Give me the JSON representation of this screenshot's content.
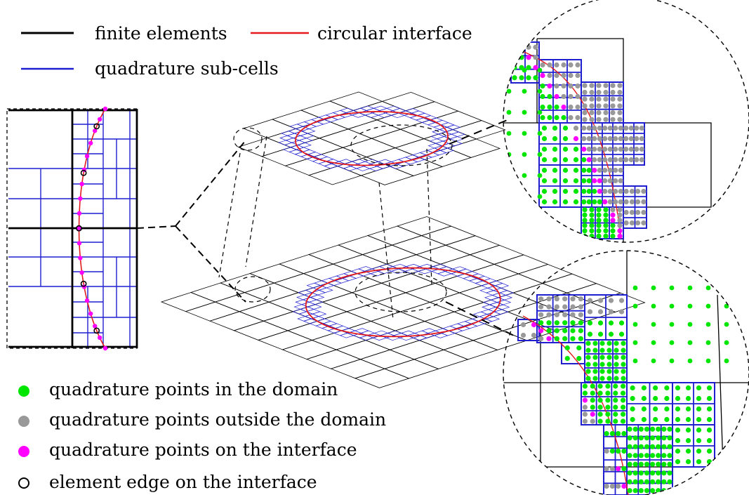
{
  "legend_lines": [
    {
      "key": "elements",
      "label": "finite elements",
      "color": "#000000"
    },
    {
      "key": "interface",
      "label": "circular interface",
      "color": "#e41a1c"
    },
    {
      "key": "subcells",
      "label": "quadrature sub-cells",
      "color": "#1f1fd0"
    }
  ],
  "legend_points": [
    {
      "key": "domain",
      "label": "quadrature points in the domain",
      "color": "#00e600",
      "style": "filled"
    },
    {
      "key": "outside",
      "label": "quadrature points outside the domain",
      "color": "#999999",
      "style": "filled"
    },
    {
      "key": "on-interface",
      "label": "quadrature points on the interface",
      "color": "#ff00ff",
      "style": "filled"
    },
    {
      "key": "edge",
      "label": "element edge on the interface",
      "color": "#000000",
      "style": "hollow"
    }
  ]
}
